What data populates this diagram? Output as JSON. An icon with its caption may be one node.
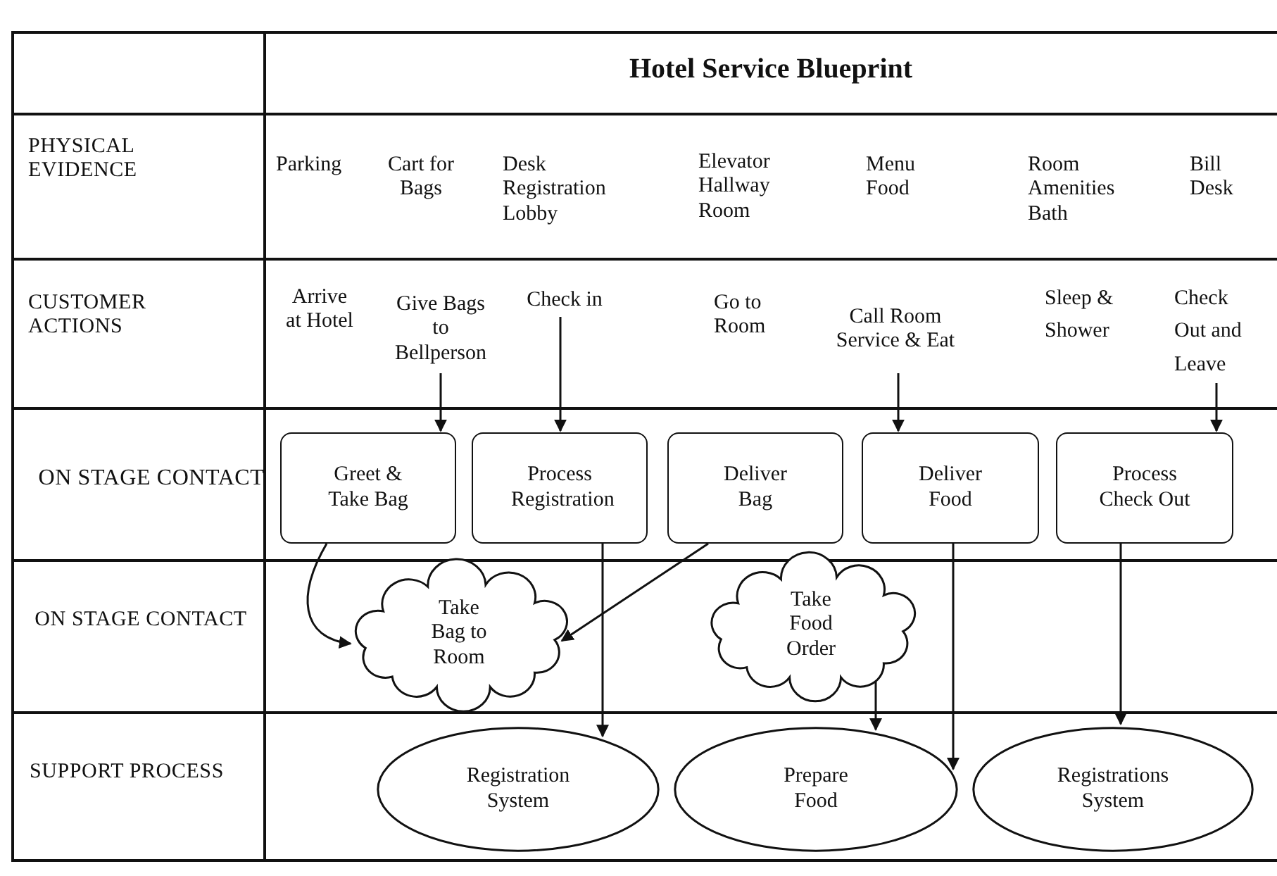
{
  "diagram": {
    "title": "Hotel Service Blueprint",
    "nodes": [
      {
        "text": [
          "Give Bags to Bellperson"
        ]
      },
      {
        "text": [
          "Check in"
        ]
      },
      {
        "text": [
          "Call Room Service & Eat"
        ]
      },
      {
        "text": [
          "Check Out and Leave"
        ]
      },
      {
        "text": [
          "Greet & Take Bag"
        ]
      },
      {
        "text": [
          "Process Registration"
        ]
      },
      {
        "text": [
          "Deliver Bag"
        ]
      },
      {
        "text": [
          "Deliver Food"
        ]
      },
      {
        "text": [
          "Process Check Out"
        ]
      },
      {
        "text": [
          "Take Bag to Room"
        ]
      },
      {
        "text": [
          "Take Food Order"
        ]
      },
      {
        "text": [
          "Registration System"
        ]
      },
      {
        "text": [
          "Prepare Food"
        ]
      },
      {
        "text": [
          "Registrations System"
        ]
      }
    ],
    "edges": [
      {
        "from": 0,
        "to": 4,
        "arrow": "to"
      },
      {
        "from": 1,
        "to": 5,
        "arrow": "to"
      },
      {
        "from": 2,
        "to": 7,
        "arrow": "to"
      },
      {
        "from": 3,
        "to": 8,
        "arrow": "to"
      },
      {
        "from": 4,
        "to": 9,
        "arrow": "to"
      },
      {
        "from": 6,
        "to": 9,
        "arrow": "to"
      },
      {
        "from": 5,
        "to": 11,
        "arrow": "to"
      },
      {
        "from": 10,
        "to": 12,
        "arrow": "to"
      },
      {
        "from": 7,
        "to": 12,
        "arrow": "to"
      },
      {
        "from": 8,
        "to": 13,
        "arrow": "to"
      }
    ],
    "labels": [
      "PHYSICAL EVIDENCE",
      "Parking",
      "Cart for Bags",
      "Desk Registration Lobby",
      "Elevator Hallway Room",
      "Menu Food",
      "Room Amenities Bath",
      "Bill Desk",
      "CUSTOMER ACTIONS",
      "Arrive at Hotel",
      "Go to Room",
      "Sleep & Shower",
      "ON STAGE CONTACT",
      "ON STAGE CONTACT",
      "SUPPORT PROCESS"
    ]
  }
}
